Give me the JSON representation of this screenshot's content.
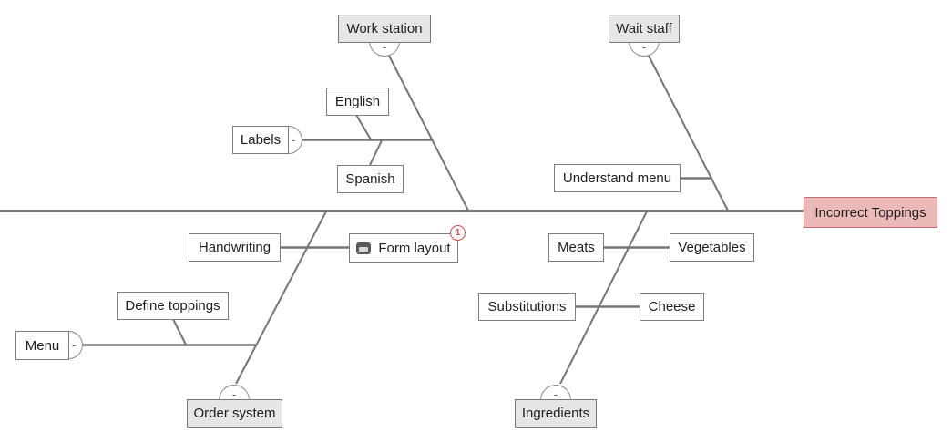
{
  "effect": {
    "label": "Incorrect Toppings"
  },
  "categories": {
    "work_station": {
      "label": "Work station",
      "toggle": "-"
    },
    "wait_staff": {
      "label": "Wait staff",
      "toggle": "-"
    },
    "order_system": {
      "label": "Order system",
      "toggle": "-"
    },
    "ingredients": {
      "label": "Ingredients",
      "toggle": "-"
    }
  },
  "causes": {
    "labels": {
      "label": "Labels",
      "toggle": "-"
    },
    "english": {
      "label": "English"
    },
    "spanish": {
      "label": "Spanish"
    },
    "understand_menu": {
      "label": "Understand menu"
    },
    "handwriting": {
      "label": "Handwriting"
    },
    "form_layout": {
      "label": "Form layout",
      "comment_count": "1"
    },
    "meats": {
      "label": "Meats"
    },
    "vegetables": {
      "label": "Vegetables"
    },
    "menu": {
      "label": "Menu",
      "toggle": "-"
    },
    "define_toppings": {
      "label": "Define toppings"
    },
    "substitutions": {
      "label": "Substitutions"
    },
    "cheese": {
      "label": "Cheese"
    }
  },
  "colors": {
    "line": "#757575",
    "node_border": "#7f7f7f",
    "category_fill": "#e6e6e6",
    "effect_fill": "#ecb9b9",
    "effect_border": "#c86e6e",
    "badge_red": "#c9504c"
  }
}
